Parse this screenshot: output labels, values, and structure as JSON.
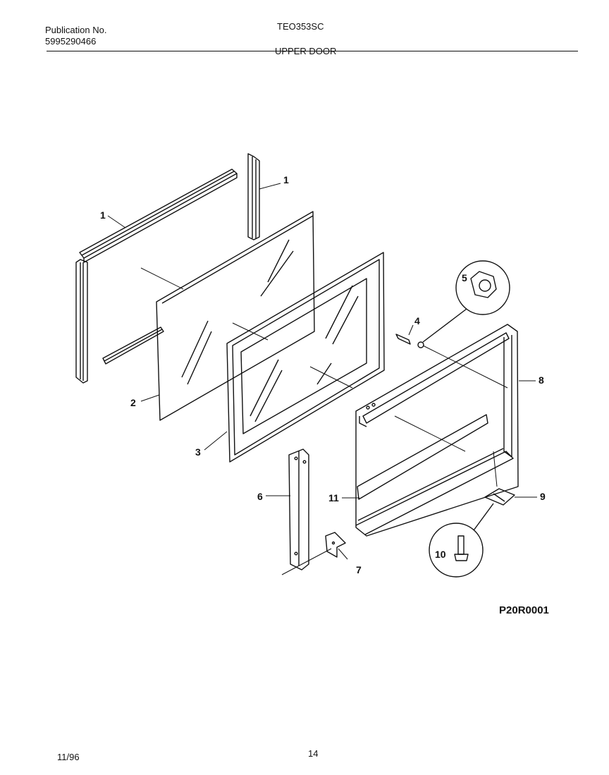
{
  "header": {
    "pub_label": "Publication No.",
    "pub_number": "5995290466",
    "model": "TEO353SC",
    "section": "UPPER DOOR"
  },
  "diagram": {
    "callouts": [
      "1",
      "1",
      "2",
      "3",
      "4",
      "5",
      "6",
      "7",
      "8",
      "9",
      "10",
      "11"
    ],
    "code": "P20R0001"
  },
  "footer": {
    "date": "11/96",
    "page": "14"
  }
}
